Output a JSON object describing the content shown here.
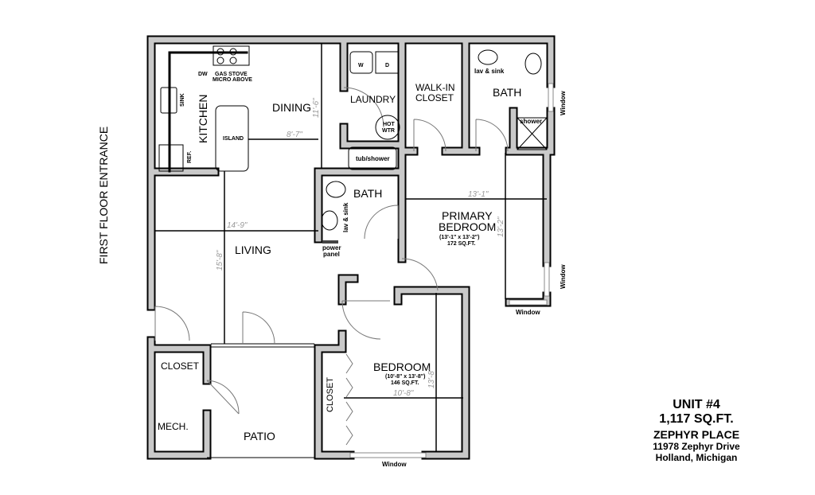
{
  "side_label": "FIRST FLOOR ENTRANCE",
  "rooms": {
    "kitchen": "KITCHEN",
    "dining": "DINING",
    "laundry": "LAUNDRY",
    "walk_in_closet_1": "WALK-IN",
    "walk_in_closet_2": "CLOSET",
    "primary_bath": "BATH",
    "hall_bath": "BATH",
    "primary_bedroom_1": "PRIMARY",
    "primary_bedroom_2": "BEDROOM",
    "primary_bedroom_size": "(13'-1\" x 13'-2\")",
    "primary_bedroom_area": "172 SQ.FT.",
    "living": "LIVING",
    "bedroom": "BEDROOM",
    "bedroom_size": "(10'-8\" x 13'-8\")",
    "bedroom_area": "146 SQ.FT.",
    "closet_bedroom": "CLOSET",
    "closet_patio": "CLOSET",
    "mech": "MECH.",
    "patio": "PATIO"
  },
  "fixtures": {
    "dw": "DW",
    "stove_1": "GAS STOVE",
    "stove_2": "MICRO ABOVE",
    "sink": "SINK",
    "ref": "REF.",
    "island": "ISLAND",
    "washer": "W",
    "dryer": "D",
    "hot_wtr_1": "HOT",
    "hot_wtr_2": "WTR",
    "tub_shower": "tub/shower",
    "lav_sink_hall": "lav & sink",
    "lav_sink_primary": "lav & sink",
    "shower": "shower",
    "power_panel_1": "power",
    "power_panel_2": "panel"
  },
  "windows": {
    "primary_bath": "Window",
    "primary_bedroom_side": "Window",
    "primary_bedroom_bottom": "Window",
    "bedroom_bottom": "Window"
  },
  "dimensions": {
    "dining_width": "8'-7\"",
    "dining_depth": "11'-6\"",
    "primary_width": "13'-1\"",
    "primary_depth": "13'-2\"",
    "living_width": "14'-9\"",
    "living_depth": "15'-8\"",
    "bedroom_width": "10'-8\"",
    "bedroom_depth": "13'-8\""
  },
  "info": {
    "unit": "UNIT #4",
    "area": "1,117 SQ.FT.",
    "name": "ZEPHYR PLACE",
    "street": "11978 Zephyr Drive",
    "city": "Holland, Michigan"
  }
}
